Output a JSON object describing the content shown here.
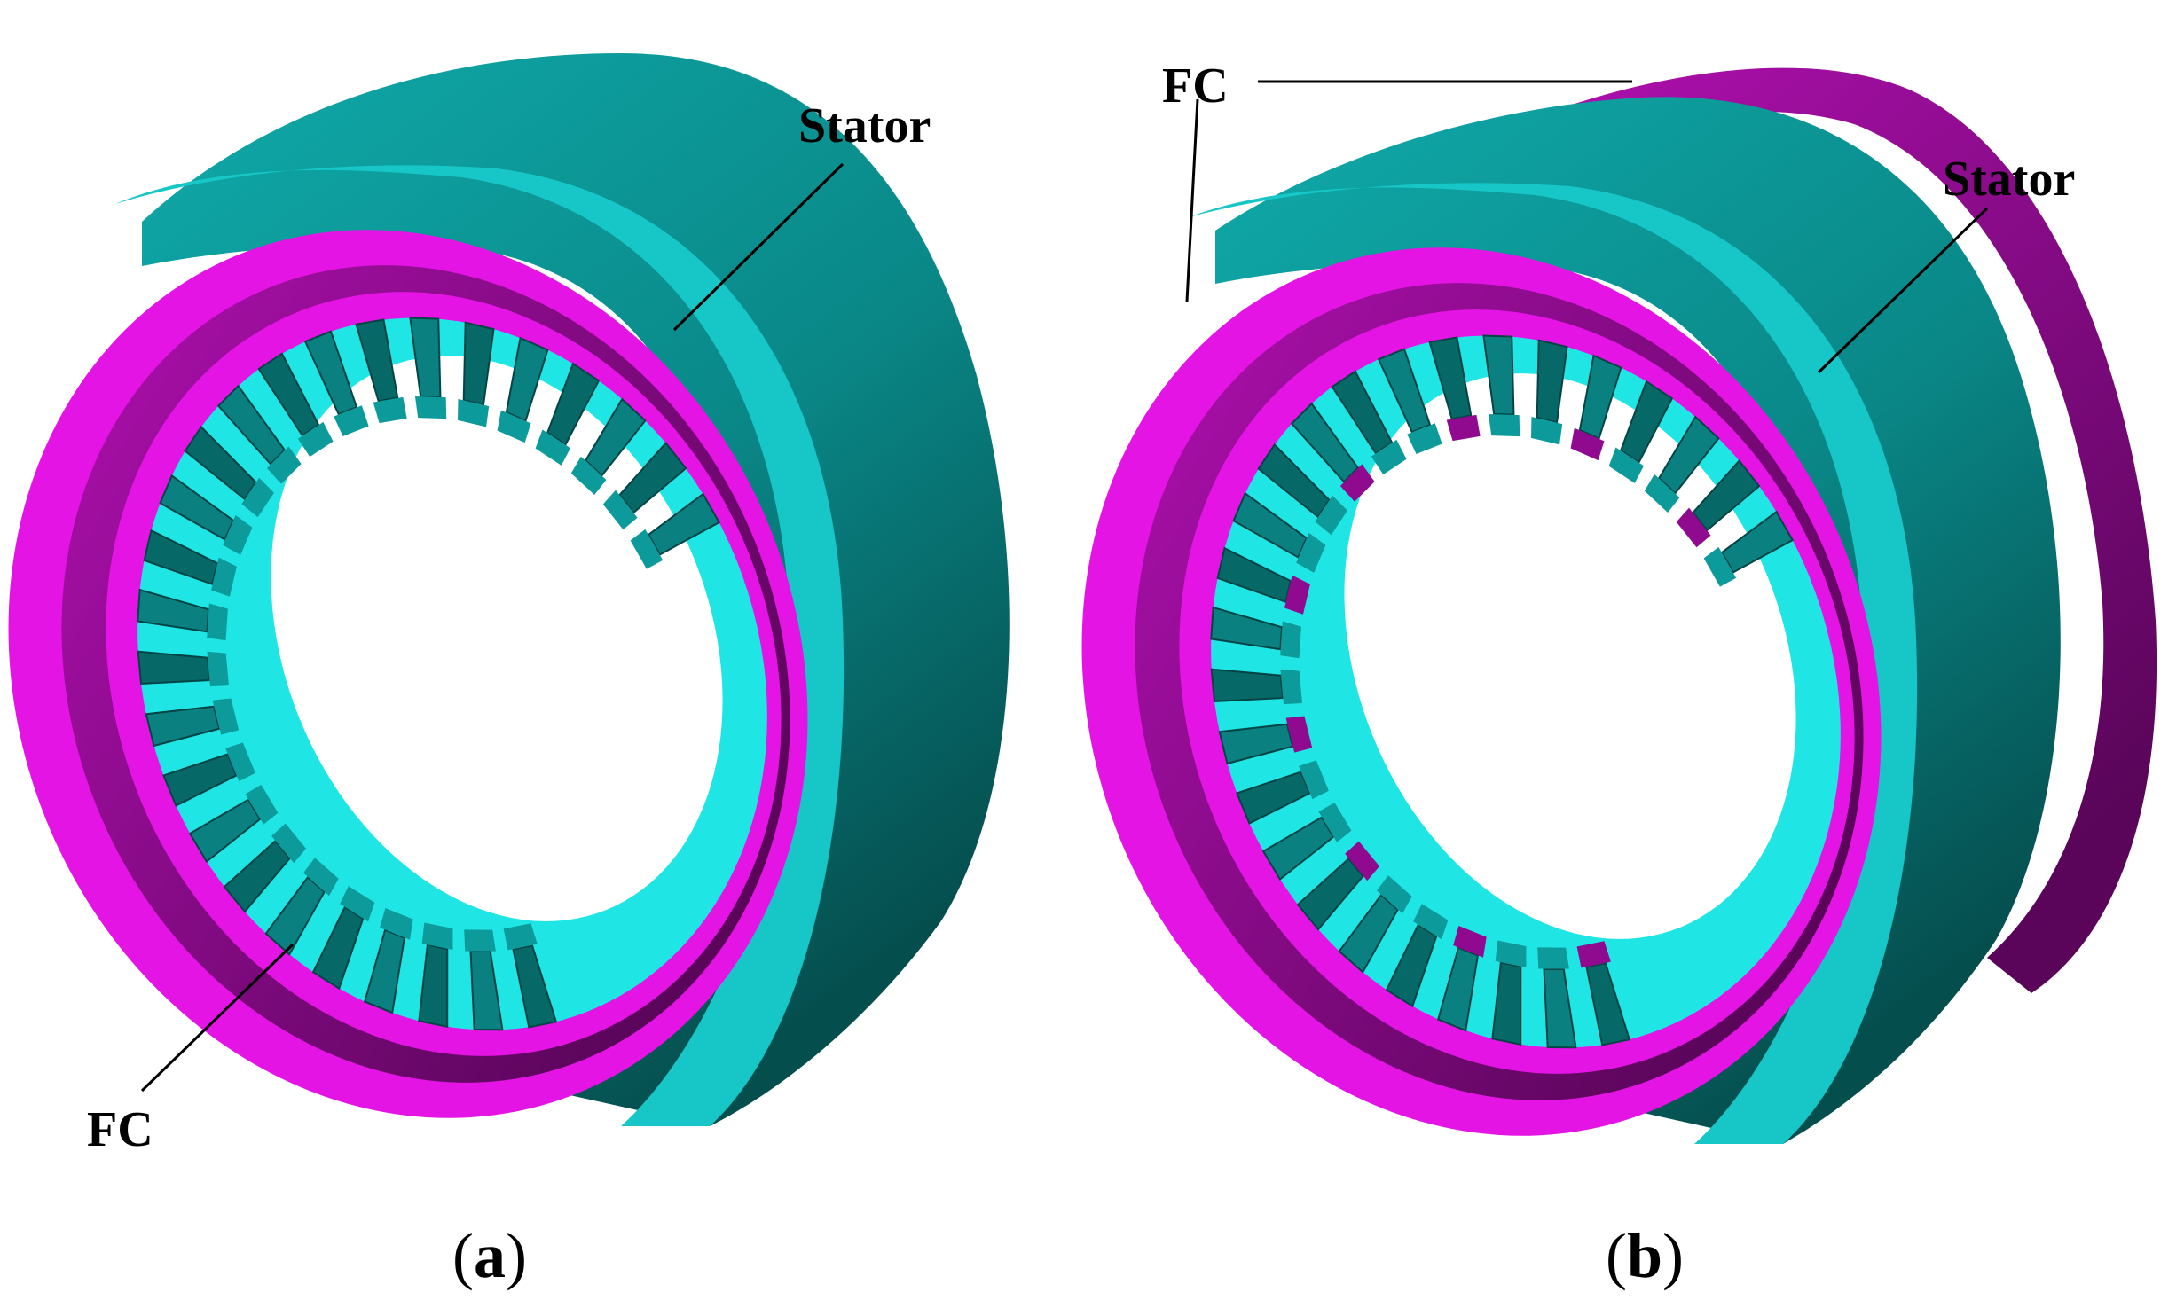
{
  "panels": [
    {
      "id": "a",
      "caption_open": "(",
      "caption_letter": "a",
      "caption_close": ")",
      "labels": {
        "stator": "Stator",
        "fc": "FC"
      },
      "fc_on_outer_surface": false
    },
    {
      "id": "b",
      "caption_open": "(",
      "caption_letter": "b",
      "caption_close": ")",
      "labels": {
        "stator": "Stator",
        "fc": "FC"
      },
      "fc_on_outer_surface": true
    }
  ],
  "colors": {
    "stator": "#0d9a9a",
    "stator_dark": "#076868",
    "stator_shadow": "#044444",
    "teeth": "#20e5e5",
    "teeth_face": "#0a8080",
    "fc": "#e414e4",
    "fc_dark": "#8f0a8f",
    "background": "#ffffff"
  }
}
